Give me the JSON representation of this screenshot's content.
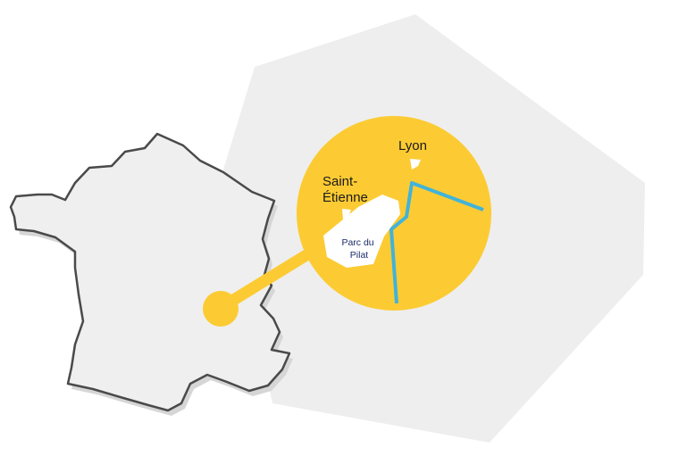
{
  "map": {
    "cities": [
      {
        "id": "lyon",
        "name": "Lyon"
      },
      {
        "id": "saint-etienne",
        "name_line1": "Saint-",
        "name_line2": "Étienne"
      }
    ],
    "park": {
      "name_line1": "Parc du",
      "name_line2": "Pilat"
    }
  },
  "colors": {
    "hexagon_background": "#eeeeee",
    "france_fill": "#efefef",
    "france_shadow": "#d6d6d6",
    "france_border": "#4a4a4a",
    "highlight_yellow": "#fccb33",
    "park_fill": "#ffffff",
    "park_text": "#1d2b6b",
    "river": "#41b3d9",
    "label_text": "#1a1a1a"
  }
}
